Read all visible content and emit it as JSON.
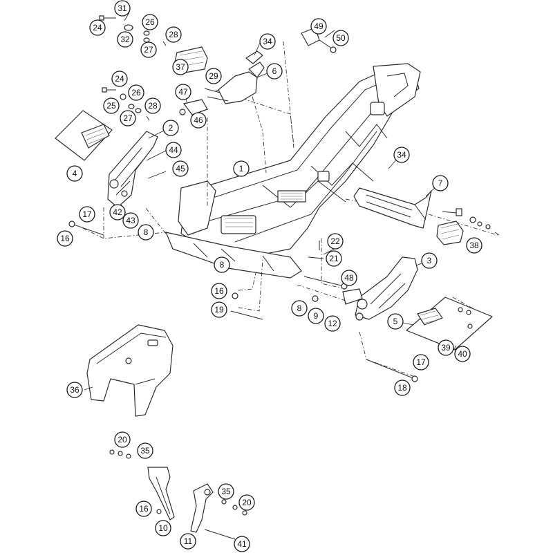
{
  "diagram": {
    "callouts": [
      {
        "id": "c31",
        "label": "31"
      },
      {
        "id": "c24a",
        "label": "24"
      },
      {
        "id": "c32",
        "label": "32"
      },
      {
        "id": "c26a",
        "label": "26"
      },
      {
        "id": "c27a",
        "label": "27"
      },
      {
        "id": "c28a",
        "label": "28"
      },
      {
        "id": "c37",
        "label": "37"
      },
      {
        "id": "c24b",
        "label": "24"
      },
      {
        "id": "c25",
        "label": "25"
      },
      {
        "id": "c26b",
        "label": "26"
      },
      {
        "id": "c27b",
        "label": "27"
      },
      {
        "id": "c28b",
        "label": "28"
      },
      {
        "id": "c29",
        "label": "29"
      },
      {
        "id": "c34a",
        "label": "34"
      },
      {
        "id": "c6",
        "label": "6"
      },
      {
        "id": "c49",
        "label": "49"
      },
      {
        "id": "c50",
        "label": "50"
      },
      {
        "id": "c47",
        "label": "47"
      },
      {
        "id": "c46",
        "label": "46"
      },
      {
        "id": "c2",
        "label": "2"
      },
      {
        "id": "c44",
        "label": "44"
      },
      {
        "id": "c45",
        "label": "45"
      },
      {
        "id": "c4",
        "label": "4"
      },
      {
        "id": "c1",
        "label": "1"
      },
      {
        "id": "c34b",
        "label": "34"
      },
      {
        "id": "c7",
        "label": "7"
      },
      {
        "id": "c17a",
        "label": "17"
      },
      {
        "id": "c42",
        "label": "42"
      },
      {
        "id": "c43",
        "label": "43"
      },
      {
        "id": "c8a",
        "label": "8"
      },
      {
        "id": "c16a",
        "label": "16"
      },
      {
        "id": "c38",
        "label": "38"
      },
      {
        "id": "c22",
        "label": "22"
      },
      {
        "id": "c21",
        "label": "21"
      },
      {
        "id": "c3",
        "label": "3"
      },
      {
        "id": "c8b",
        "label": "8"
      },
      {
        "id": "c48",
        "label": "48"
      },
      {
        "id": "c16b",
        "label": "16"
      },
      {
        "id": "c19",
        "label": "19"
      },
      {
        "id": "c8c",
        "label": "8"
      },
      {
        "id": "c9",
        "label": "9"
      },
      {
        "id": "c12",
        "label": "12"
      },
      {
        "id": "c5",
        "label": "5"
      },
      {
        "id": "c39",
        "label": "39"
      },
      {
        "id": "c40",
        "label": "40"
      },
      {
        "id": "c36",
        "label": "36"
      },
      {
        "id": "c17b",
        "label": "17"
      },
      {
        "id": "c18",
        "label": "18"
      },
      {
        "id": "c20a",
        "label": "20"
      },
      {
        "id": "c35a",
        "label": "35"
      },
      {
        "id": "c35b",
        "label": "35"
      },
      {
        "id": "c20b",
        "label": "20"
      },
      {
        "id": "c16c",
        "label": "16"
      },
      {
        "id": "c10",
        "label": "10"
      },
      {
        "id": "c11",
        "label": "11"
      },
      {
        "id": "c41",
        "label": "41"
      }
    ]
  }
}
